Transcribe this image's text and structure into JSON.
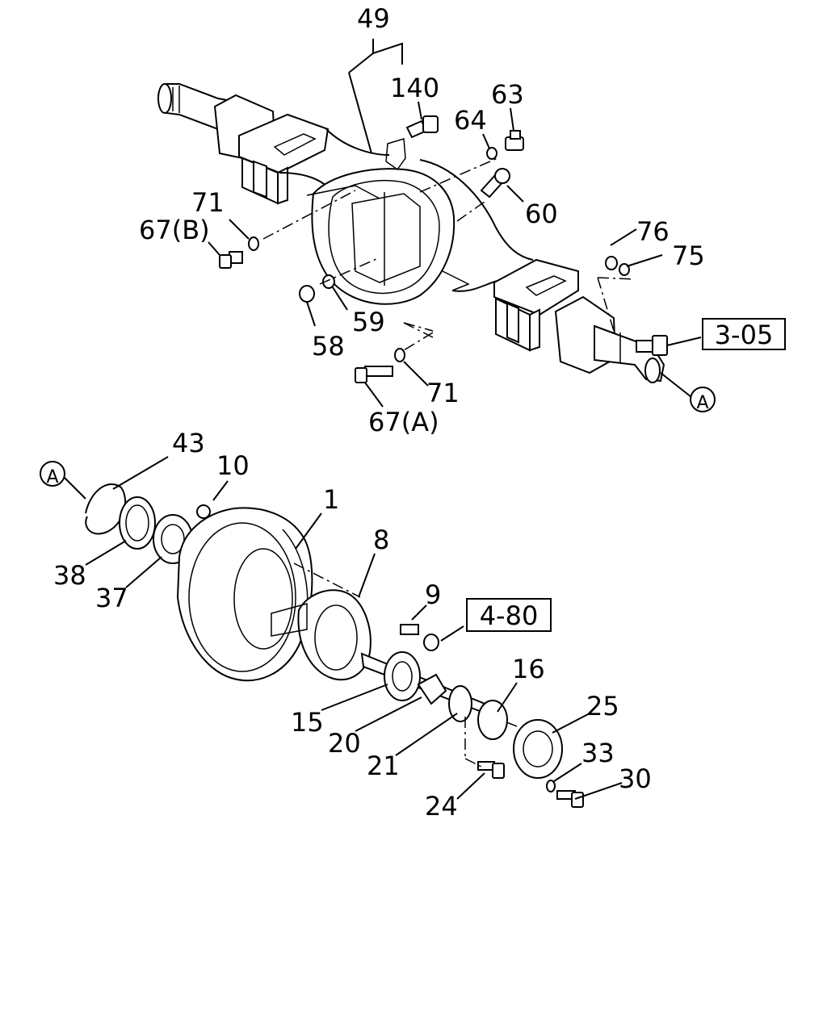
{
  "callouts": {
    "c49": "49",
    "c140": "140",
    "c63": "63",
    "c64": "64",
    "c60": "60",
    "c71a": "71",
    "c67b": "67(B)",
    "c76": "76",
    "c75": "75",
    "c59": "59",
    "c58": "58",
    "c71b": "71",
    "c67a": "67(A)",
    "ref_a_top": "A",
    "c43": "43",
    "c10": "10",
    "ref_a_bottom": "A",
    "c1": "1",
    "c38": "38",
    "c37": "37",
    "c8": "8",
    "c9": "9",
    "c16": "16",
    "c25": "25",
    "c15": "15",
    "c20": "20",
    "c33": "33",
    "c21": "21",
    "c30": "30",
    "c24": "24"
  },
  "page_refs": {
    "ref_305": "3-05",
    "ref_480": "4-80"
  }
}
